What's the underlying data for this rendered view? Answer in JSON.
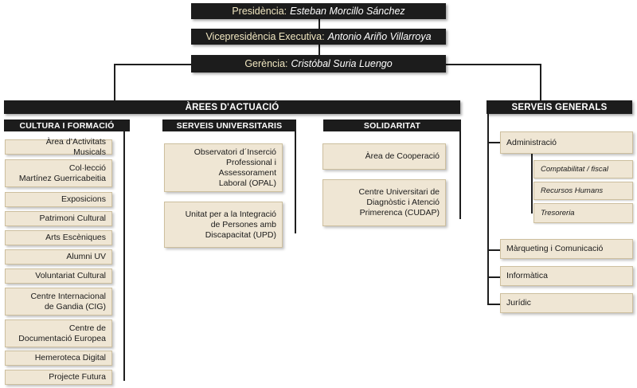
{
  "top": {
    "presidencia": {
      "role": "Presidència:",
      "name": "Esteban Morcillo Sánchez"
    },
    "vicepresidencia": {
      "role": "Vicepresidència Executiva:",
      "name": "Antonio Ariño Villarroya"
    },
    "gerencia": {
      "role": "Gerència:",
      "name": "Cristóbal Suria Luengo"
    }
  },
  "arees": {
    "title": "ÀREES D'ACTUACIÓ",
    "cultura": {
      "title": "CULTURA I FORMACIÓ",
      "items": [
        "Àrea d’Activitats Musicals",
        "Col·lecció\nMartínez Guerricabeitia",
        "Exposicions",
        "Patrimoni Cultural",
        "Arts Escèniques",
        "Alumni UV",
        "Voluntariat Cultural",
        "Centre Internacional\nde Gandia (CIG)",
        "Centre de\nDocumentació Europea",
        "Hemeroteca Digital",
        "Projecte Futura"
      ]
    },
    "serveis": {
      "title": "SERVEIS UNIVERSITARIS",
      "items": [
        "Observatori d´Inserció\nProfessional i Assessorament\nLaboral (OPAL)",
        "Unitat per a la Integració\nde Persones amb\nDiscapacitat (UPD)"
      ]
    },
    "solidaritat": {
      "title": "SOLIDARITAT",
      "items": [
        "Àrea de Cooperació",
        "Centre Universitari de\nDiagnòstic i Atenció\nPrimerenca (CUDAP)"
      ]
    }
  },
  "generals": {
    "title": "SERVEIS GENERALS",
    "administracio": "Administració",
    "admin_sub": [
      "Comptabilitat / fiscal",
      "Recursos Humans",
      "Tresoreria"
    ],
    "items": [
      "Màrqueting i Comunicació",
      "Informàtica",
      "Jurídic"
    ]
  }
}
